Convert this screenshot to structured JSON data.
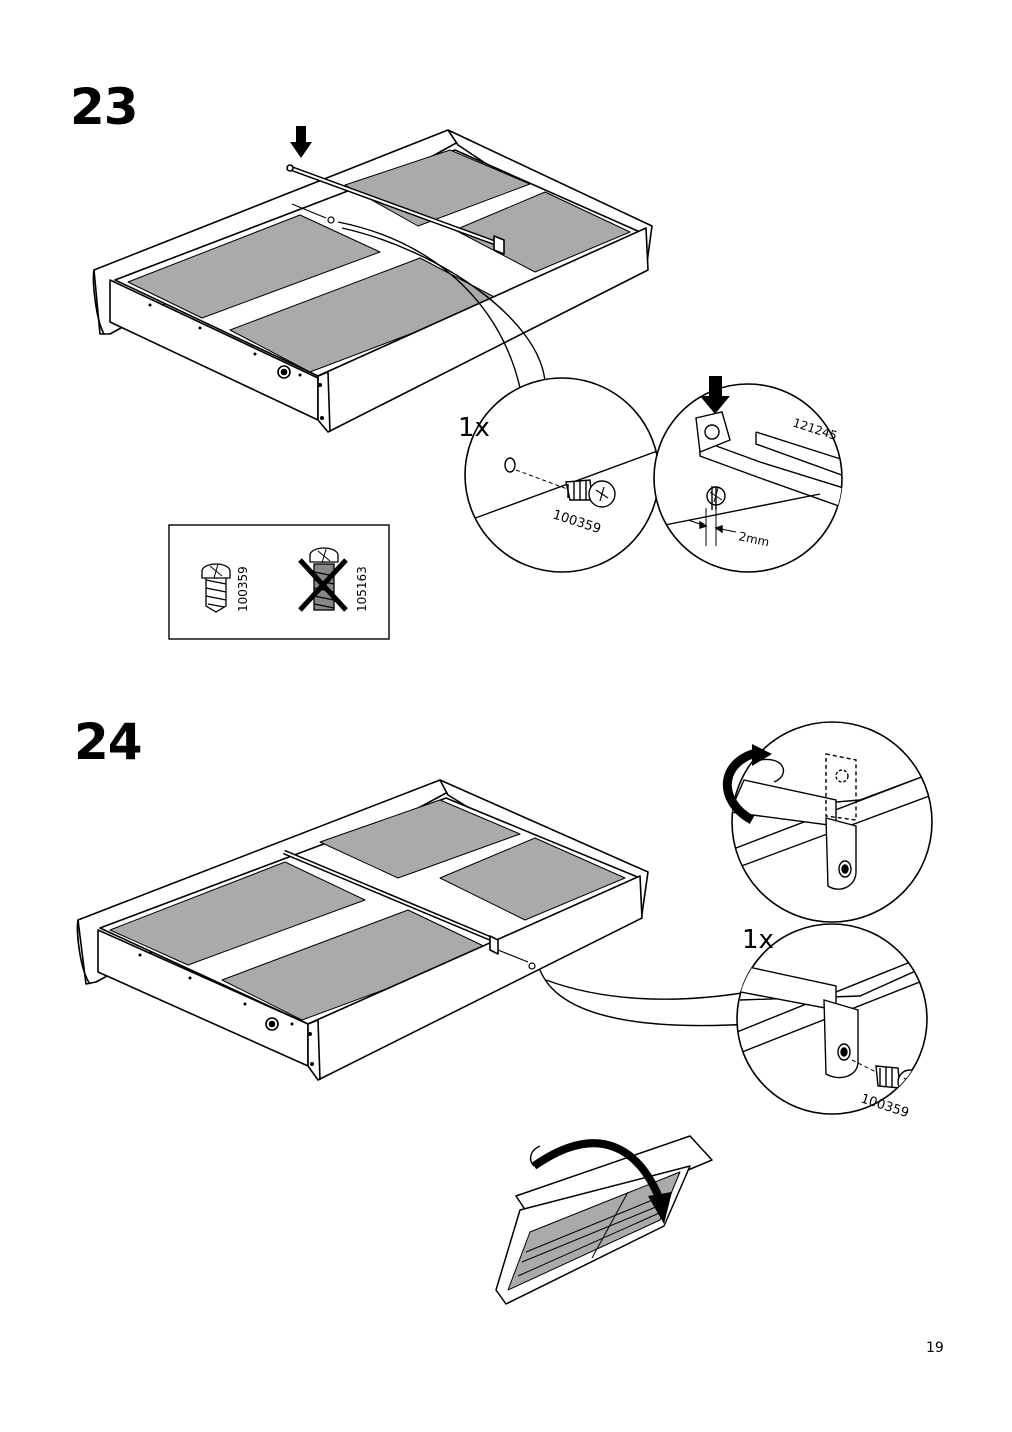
{
  "steps": [
    {
      "number": "23",
      "quantity_label": "1x",
      "screw_part": "100359",
      "bracket_part": "121245",
      "gap_label": "2mm",
      "legend": {
        "correct_part": "100359",
        "wrong_part": "105163"
      }
    },
    {
      "number": "24",
      "quantity_label": "1x",
      "screw_part": "100359"
    }
  ],
  "page_number": "19"
}
